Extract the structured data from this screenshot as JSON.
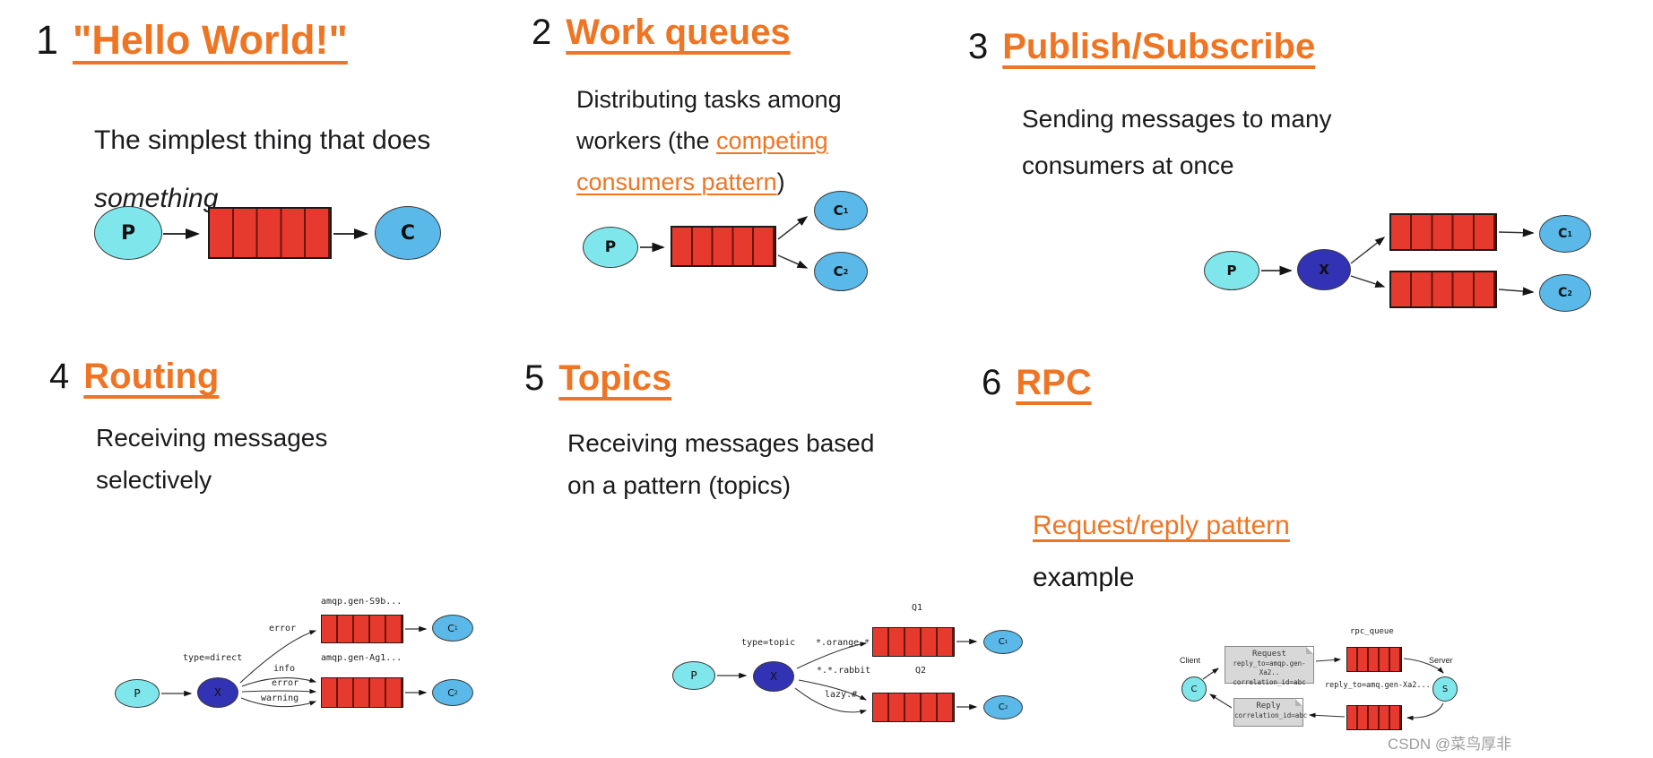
{
  "watermark": "CSDN @菜鸟厚非",
  "colors": {
    "accent_orange": "#ee7524",
    "producer_fill": "#7fe6ec",
    "consumer_fill": "#5ab9e8",
    "exchange_fill": "#3232b4",
    "queue_red": "#e73a2e",
    "queue_sep": "#6b140c"
  },
  "sections": [
    {
      "number": "1",
      "title": "\"Hello World!\"",
      "desc_plain": "The simplest thing that does ",
      "desc_italic": "something",
      "diagram": {
        "producer": "P",
        "consumer": "C"
      }
    },
    {
      "number": "2",
      "title": "Work queues",
      "desc_before": "Distributing tasks among workers (the ",
      "desc_link": "competing consumers pattern",
      "desc_after": ")",
      "diagram": {
        "producer": "P",
        "consumer1": "C",
        "consumer1_sub": "1",
        "consumer2": "C",
        "consumer2_sub": "2"
      }
    },
    {
      "number": "3",
      "title": "Publish/Subscribe",
      "description": "Sending messages to many consumers at once",
      "diagram": {
        "producer": "P",
        "exchange": "X",
        "consumer1": "C",
        "consumer1_sub": "1",
        "consumer2": "C",
        "consumer2_sub": "2"
      }
    },
    {
      "number": "4",
      "title": "Routing",
      "description": "Receiving messages selectively",
      "diagram": {
        "producer": "P",
        "exchange": "X",
        "exchange_type": "type=direct",
        "queue1_name": "amqp.gen-S9b...",
        "queue2_name": "amqp.gen-Ag1...",
        "binding_error_top": "error",
        "binding_info": "info",
        "binding_error": "error",
        "binding_warning": "warning",
        "consumer1": "C",
        "consumer1_sub": "1",
        "consumer2": "C",
        "consumer2_sub": "2"
      }
    },
    {
      "number": "5",
      "title": "Topics",
      "description": "Receiving messages based on a pattern (topics)",
      "diagram": {
        "producer": "P",
        "exchange": "X",
        "exchange_type": "type=topic",
        "queue1_name": "Q1",
        "queue2_name": "Q2",
        "binding_orange": "*.orange.*",
        "binding_rabbit": "*.*.rabbit",
        "binding_lazy": "lazy.#",
        "consumer1": "C",
        "consumer1_sub": "1",
        "consumer2": "C",
        "consumer2_sub": "2"
      }
    },
    {
      "number": "6",
      "title": "RPC",
      "link_text": "Request/reply pattern",
      "description": "example",
      "diagram": {
        "client_label": "Client",
        "server_label": "Server",
        "client_node": "C",
        "server_node": "S",
        "queue_name": "rpc_queue",
        "request_title": "Request",
        "request_line2": "reply_to=amqp.gen-Xa2..",
        "request_line3": "correlation_id=abc",
        "reply_to_label": "reply_to=amq.gen-Xa2...",
        "reply_title": "Reply",
        "reply_line2": "correlation_id=abc"
      }
    }
  ]
}
